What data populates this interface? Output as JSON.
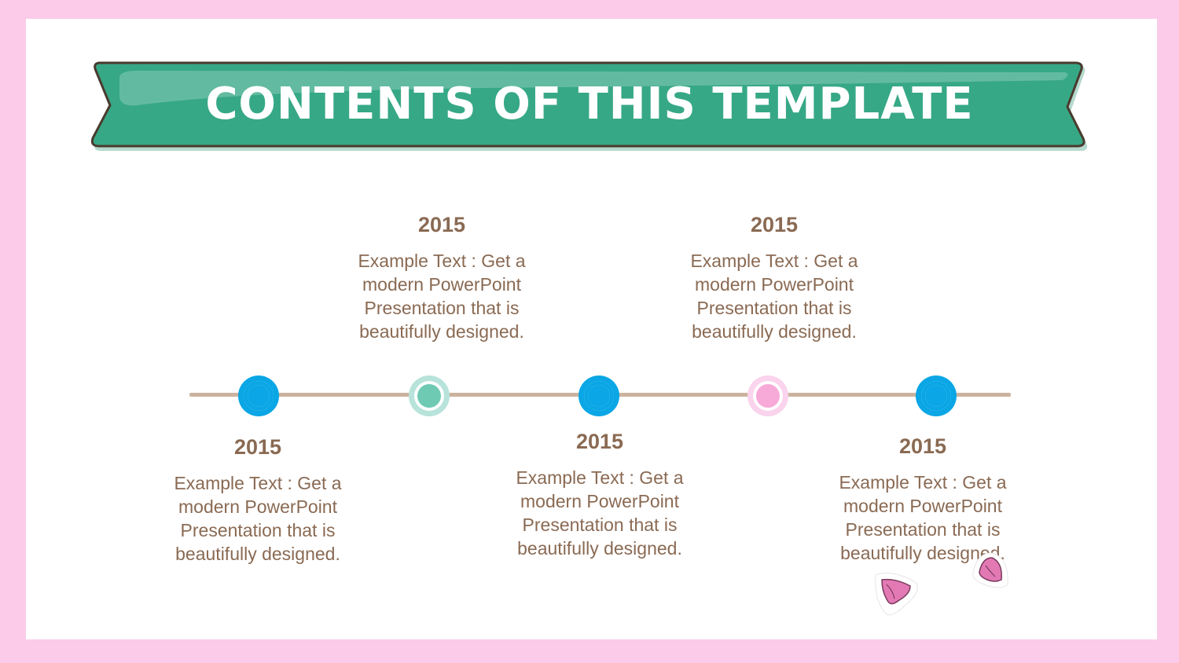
{
  "title": "CONTENTS OF THIS TEMPLATE",
  "colors": {
    "background": "#fbcbe9",
    "banner": "#37a886",
    "text": "#8a6a53",
    "line": "#cbb39f",
    "node_blue": "#0aa6e5",
    "node_teal": "#6fcab4",
    "node_pink": "#f7a9d8"
  },
  "timeline": [
    {
      "year": "2015",
      "text": "Example Text : Get a modern PowerPoint Presentation that is beautifully designed.",
      "position": "below",
      "node": "blue"
    },
    {
      "year": "2015",
      "text": "Example Text : Get a modern PowerPoint Presentation that is beautifully designed.",
      "position": "above",
      "node": "teal"
    },
    {
      "year": "2015",
      "text": "Example Text : Get a modern PowerPoint Presentation that is beautifully designed.",
      "position": "below",
      "node": "blue"
    },
    {
      "year": "2015",
      "text": "Example Text : Get a modern PowerPoint Presentation that is beautifully designed.",
      "position": "above",
      "node": "pink"
    },
    {
      "year": "2015",
      "text": "Example Text : Get a modern PowerPoint Presentation that is beautifully designed.",
      "position": "below",
      "node": "blue"
    }
  ],
  "decorations": [
    "petal-icon",
    "petal-icon"
  ]
}
